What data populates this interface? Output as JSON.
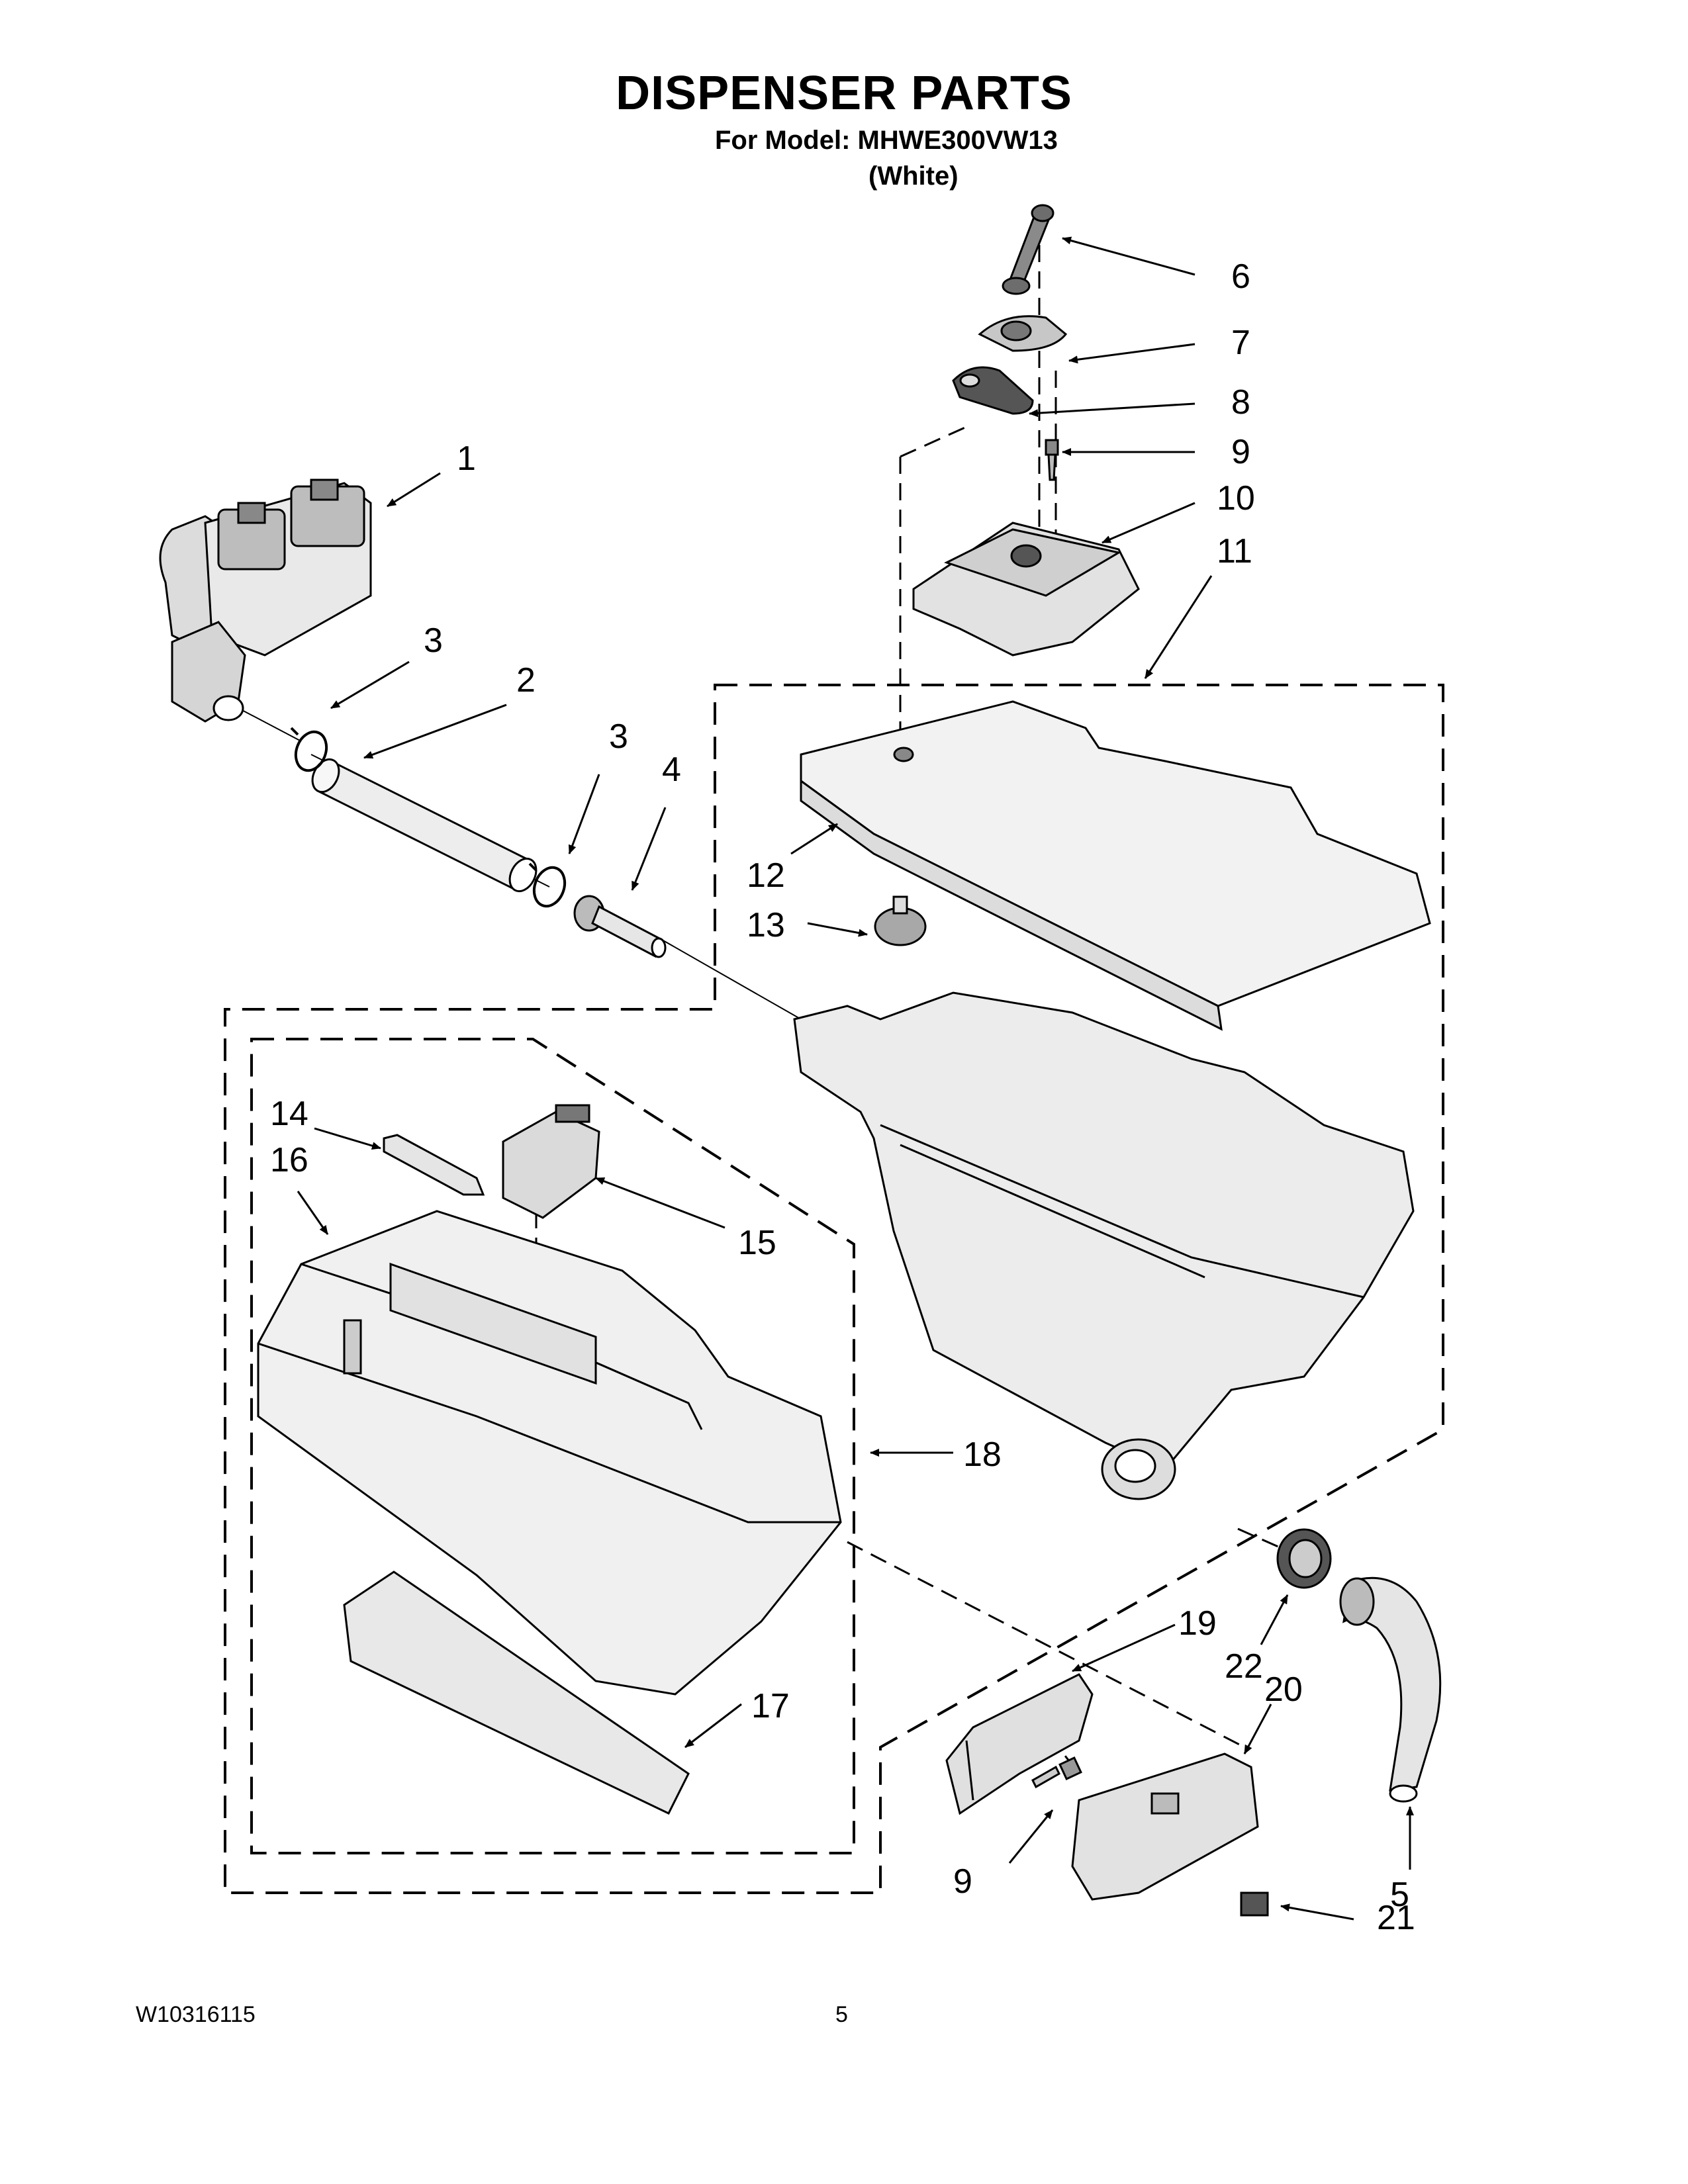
{
  "header": {
    "title": "DISPENSER PARTS",
    "model_line": "For Model: MHWE300VW13",
    "color_line": "(White)"
  },
  "footer": {
    "doc_number": "W10316115",
    "page_number": "5"
  },
  "callouts": {
    "c1": "1",
    "c2": "2",
    "c3a": "3",
    "c3b": "3",
    "c4": "4",
    "c5": "5",
    "c6": "6",
    "c7": "7",
    "c8": "8",
    "c9a": "9",
    "c9b": "9",
    "c10": "10",
    "c11": "11",
    "c12": "12",
    "c13": "13",
    "c14": "14",
    "c15": "15",
    "c16": "16",
    "c17": "17",
    "c18": "18",
    "c19": "19",
    "c20": "20",
    "c21": "21",
    "c22": "22"
  }
}
